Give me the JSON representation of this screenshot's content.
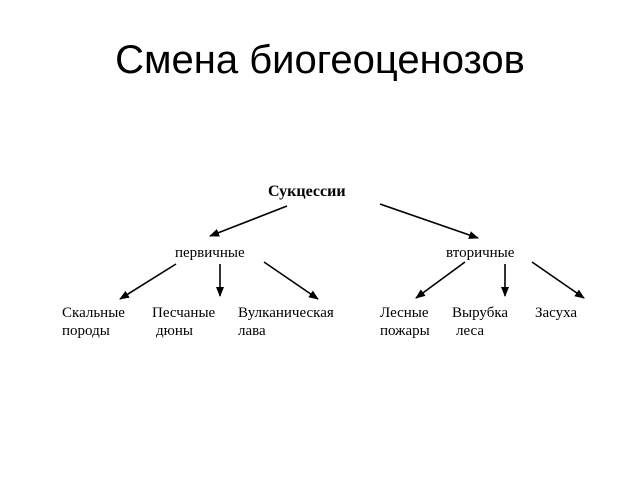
{
  "slide": {
    "title": "Смена биогеоценозов"
  },
  "diagram": {
    "root": "Сукцессии",
    "branches": [
      {
        "label": "первичные",
        "children": [
          {
            "line1": "Скальные",
            "line2": "породы"
          },
          {
            "line1": "Песчаные",
            "line2": "дюны"
          },
          {
            "line1": "Вулканическая",
            "line2": "лава"
          }
        ]
      },
      {
        "label": "вторичные",
        "children": [
          {
            "line1": "Лесные",
            "line2": "пожары"
          },
          {
            "line1": "Вырубка",
            "line2": "леса"
          },
          {
            "line1": "Засуха",
            "line2": ""
          }
        ]
      }
    ],
    "arrow_color": "#000000"
  }
}
